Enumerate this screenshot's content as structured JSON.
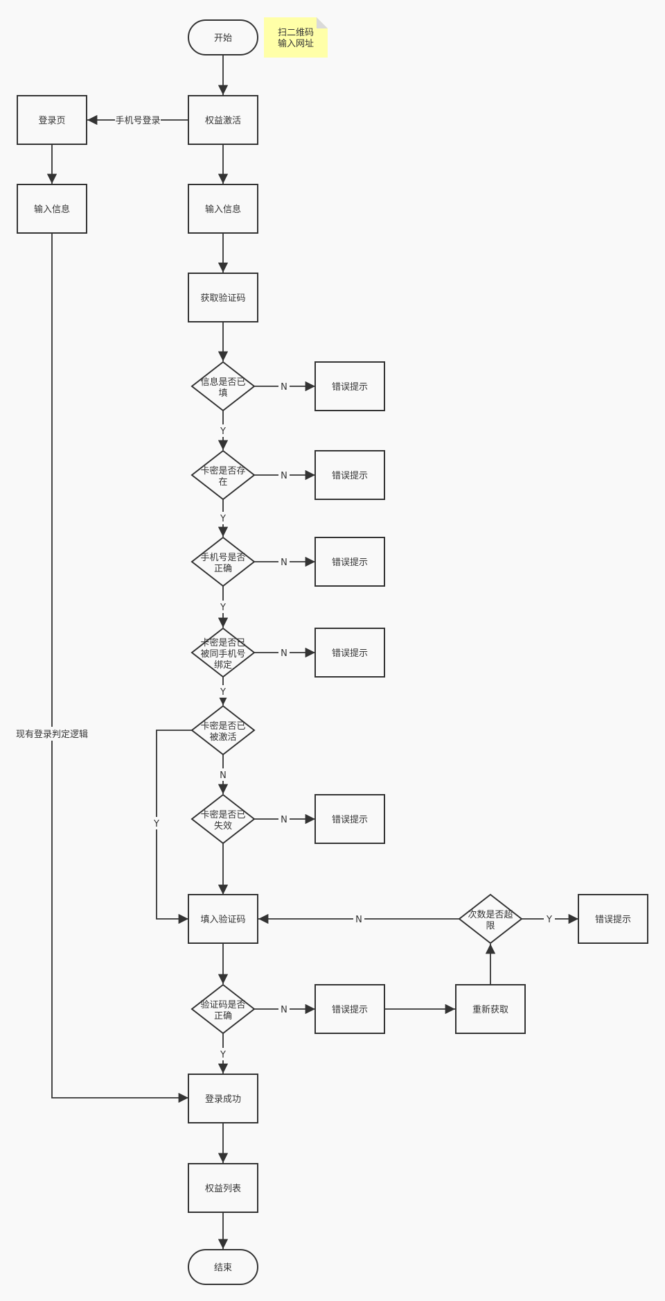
{
  "nodes": {
    "start": "开始",
    "note": [
      "扫二维码",
      "输入网址"
    ],
    "activate": "权益激活",
    "login_page": "登录页",
    "login_input": "输入信息",
    "input_info": "输入信息",
    "get_code": "获取验证码",
    "d_info_filled": [
      "信息是否已",
      "填"
    ],
    "err1": "错误提示",
    "d_card_exists": [
      "卡密是否存",
      "在"
    ],
    "err2": "错误提示",
    "d_phone_ok": [
      "手机号是否",
      "正确"
    ],
    "err3": "错误提示",
    "d_card_bound": [
      "卡密是否已",
      "被同手机号",
      "绑定"
    ],
    "err4": "错误提示",
    "d_card_activated": [
      "卡密是否已",
      "被激活"
    ],
    "d_card_expired": [
      "卡密是否已",
      "失效"
    ],
    "err5": "错误提示",
    "fill_code": "填入验证码",
    "d_times_over": [
      "次数是否超",
      "限"
    ],
    "err7": "错误提示",
    "d_code_ok": [
      "验证码是否",
      "正确"
    ],
    "err6": "错误提示",
    "refetch": "重新获取",
    "login_success": "登录成功",
    "benefit_list": "权益列表",
    "end": "结束"
  },
  "edge_labels": {
    "phone_login": "手机号登录",
    "existing_login": "现有登录判定逻辑",
    "y1": "Y",
    "y2": "Y",
    "y3": "Y",
    "y4": "Y",
    "n1": "N",
    "n2": "N",
    "n3": "N",
    "n4": "N",
    "n_activated": "N",
    "y_activated": "Y",
    "n_expired": "N",
    "n_times": "N",
    "y_times": "Y",
    "n_code": "N",
    "y_code": "Y"
  },
  "colors": {
    "note_fill": "#ffffa8",
    "note_fold": "#d9d9d9",
    "stroke": "#333333",
    "background": "#f9f9f9"
  }
}
